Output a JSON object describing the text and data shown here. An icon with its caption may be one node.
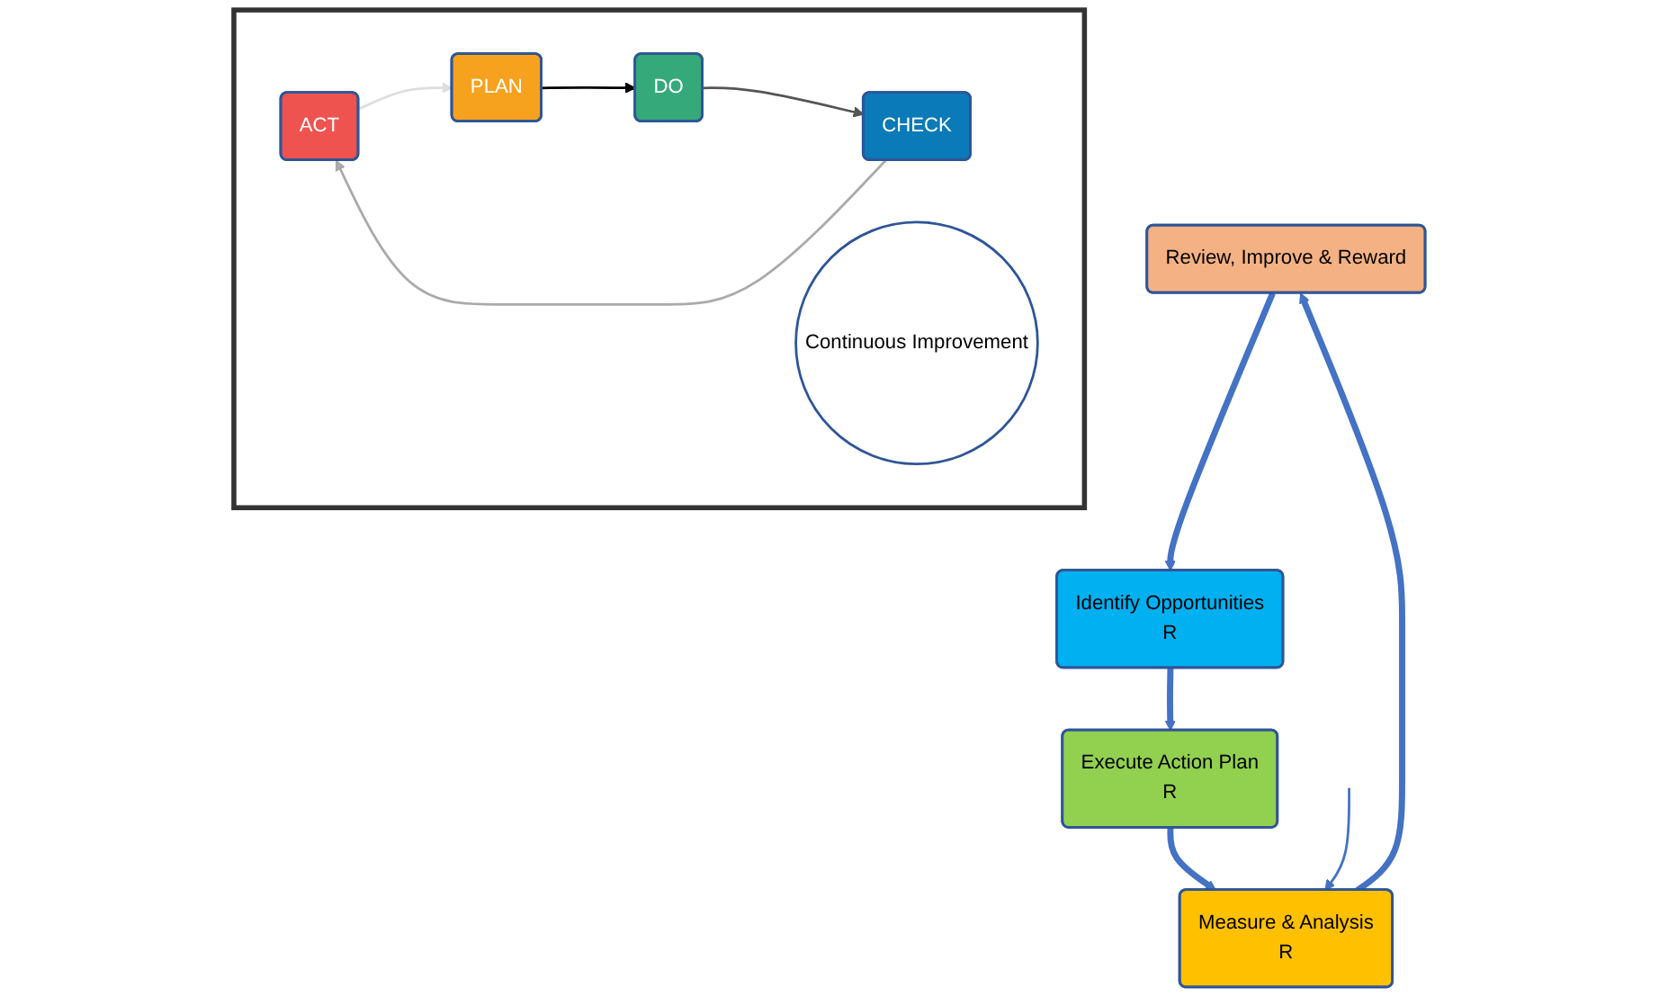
{
  "diagram": {
    "nodes": [
      {
        "text": [
          "Review, Improve & Reward"
        ]
      },
      {
        "text": [
          "Identify Opportunities",
          "R"
        ]
      },
      {
        "text": [],
        "shape": "picture"
      },
      {
        "text": [
          "ACT"
        ],
        "in": 2
      },
      {
        "text": [
          "PLAN"
        ],
        "in": 2
      },
      {
        "text": [
          "Continuous Improvement"
        ],
        "in": 2
      },
      {
        "text": [
          "CHECK"
        ],
        "in": 2
      },
      {
        "text": [
          "DO"
        ],
        "in": 2
      },
      {
        "text": [
          "Execute Action Plan",
          "R"
        ]
      },
      {
        "text": [
          "Measure & Analysis",
          "R"
        ]
      }
    ],
    "edges": [
      {
        "from": 0,
        "to": 1,
        "arrow": "to",
        "style": "thick"
      },
      {
        "from": 1,
        "to": 8,
        "arrow": "to",
        "style": "thick"
      },
      {
        "from": 8,
        "to": 9,
        "arrow": "to",
        "style": "thick"
      },
      {
        "from": 9,
        "to": 0,
        "arrow": "to",
        "style": "thick"
      },
      {
        "from": null,
        "to": 9,
        "arrow": "to"
      },
      {
        "from": 3,
        "to": 4,
        "arrow": "to",
        "color": "#dddddd"
      },
      {
        "from": 4,
        "to": 7,
        "arrow": "to",
        "color": "#000000"
      },
      {
        "from": 7,
        "to": 6,
        "arrow": "to",
        "color": "#555555"
      },
      {
        "from": 6,
        "to": 3,
        "arrow": "to",
        "color": "#aaaaaa"
      }
    ]
  }
}
